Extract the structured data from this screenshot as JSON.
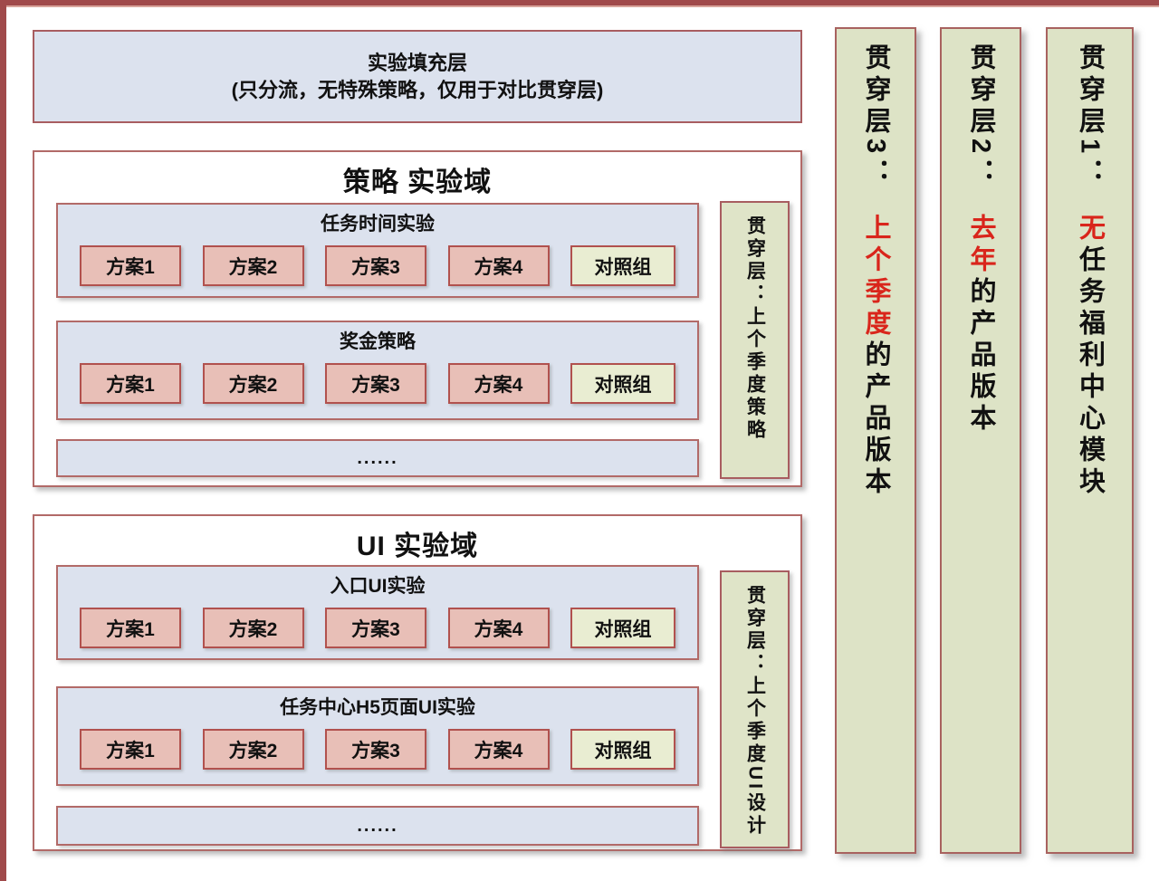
{
  "frame": {
    "accent_color": "#a04a4b"
  },
  "colors": {
    "box_blue": "#dce2ee",
    "plan_pink": "#e8bfb7",
    "control_green": "#e9edd2",
    "overlay_khaki": "#dde3c6",
    "highlight_red": "#d9251b",
    "border_red": "#b26a68"
  },
  "fill_layer": {
    "line1": "实验填充层",
    "line2": "(只分流，无特殊策略，仅用于对比贯穿层)"
  },
  "strategy_domain": {
    "title": "策略 实验域",
    "experiments": [
      {
        "title": "任务时间实验",
        "plans": [
          "方案1",
          "方案2",
          "方案3",
          "方案4"
        ],
        "control": "对照组"
      },
      {
        "title": "奖金策略",
        "plans": [
          "方案1",
          "方案2",
          "方案3",
          "方案4"
        ],
        "control": "对照组"
      }
    ],
    "more": "......",
    "strip": "贯穿层：上个季度策略"
  },
  "ui_domain": {
    "title": "UI 实验域",
    "experiments": [
      {
        "title": "入口UI实验",
        "plans": [
          "方案1",
          "方案2",
          "方案3",
          "方案4"
        ],
        "control": "对照组"
      },
      {
        "title": "任务中心H5页面UI实验",
        "plans": [
          "方案1",
          "方案2",
          "方案3",
          "方案4"
        ],
        "control": "对照组"
      }
    ],
    "more": "......",
    "strip": "贯穿层：上个季度UI设计"
  },
  "overlay_columns": [
    {
      "prefix": "贯穿层3：",
      "highlight": "上个季度",
      "suffix": "的产品版本"
    },
    {
      "prefix": "贯穿层2：",
      "highlight": "去年",
      "suffix": "的产品版本"
    },
    {
      "prefix": "贯穿层1：",
      "highlight": "无",
      "suffix": "任务福利中心模块"
    }
  ]
}
